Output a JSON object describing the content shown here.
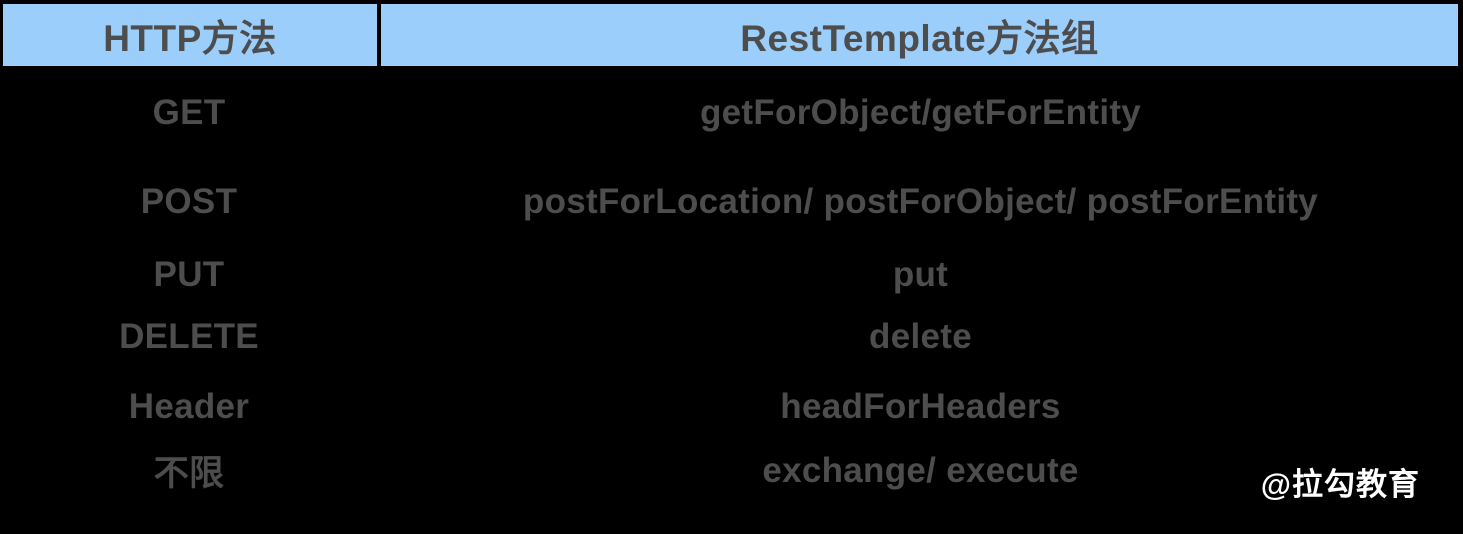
{
  "chart_data": {
    "type": "table",
    "title": "",
    "columns": [
      "HTTP方法",
      "RestTemplate方法组"
    ],
    "rows": [
      [
        "GET",
        "getForObject/getForEntity"
      ],
      [
        "POST",
        "postForLocation/ postForObject/ postForEntity"
      ],
      [
        "PUT",
        "put"
      ],
      [
        "DELETE",
        "delete"
      ],
      [
        "Header",
        "headForHeaders"
      ],
      [
        "不限",
        "exchange/ execute"
      ]
    ],
    "layout_hints": {
      "header_fill": "#9CCEFB",
      "body_fill": "#000000",
      "grid": "off"
    }
  },
  "watermark": {
    "text": "@拉勾教育"
  },
  "colors": {
    "background": "#000000",
    "header_bg": "#9CCEFB",
    "header_text": "#4D4D4D",
    "body_text": "#4D4D4D",
    "watermark_text": "#FFFFFF"
  }
}
